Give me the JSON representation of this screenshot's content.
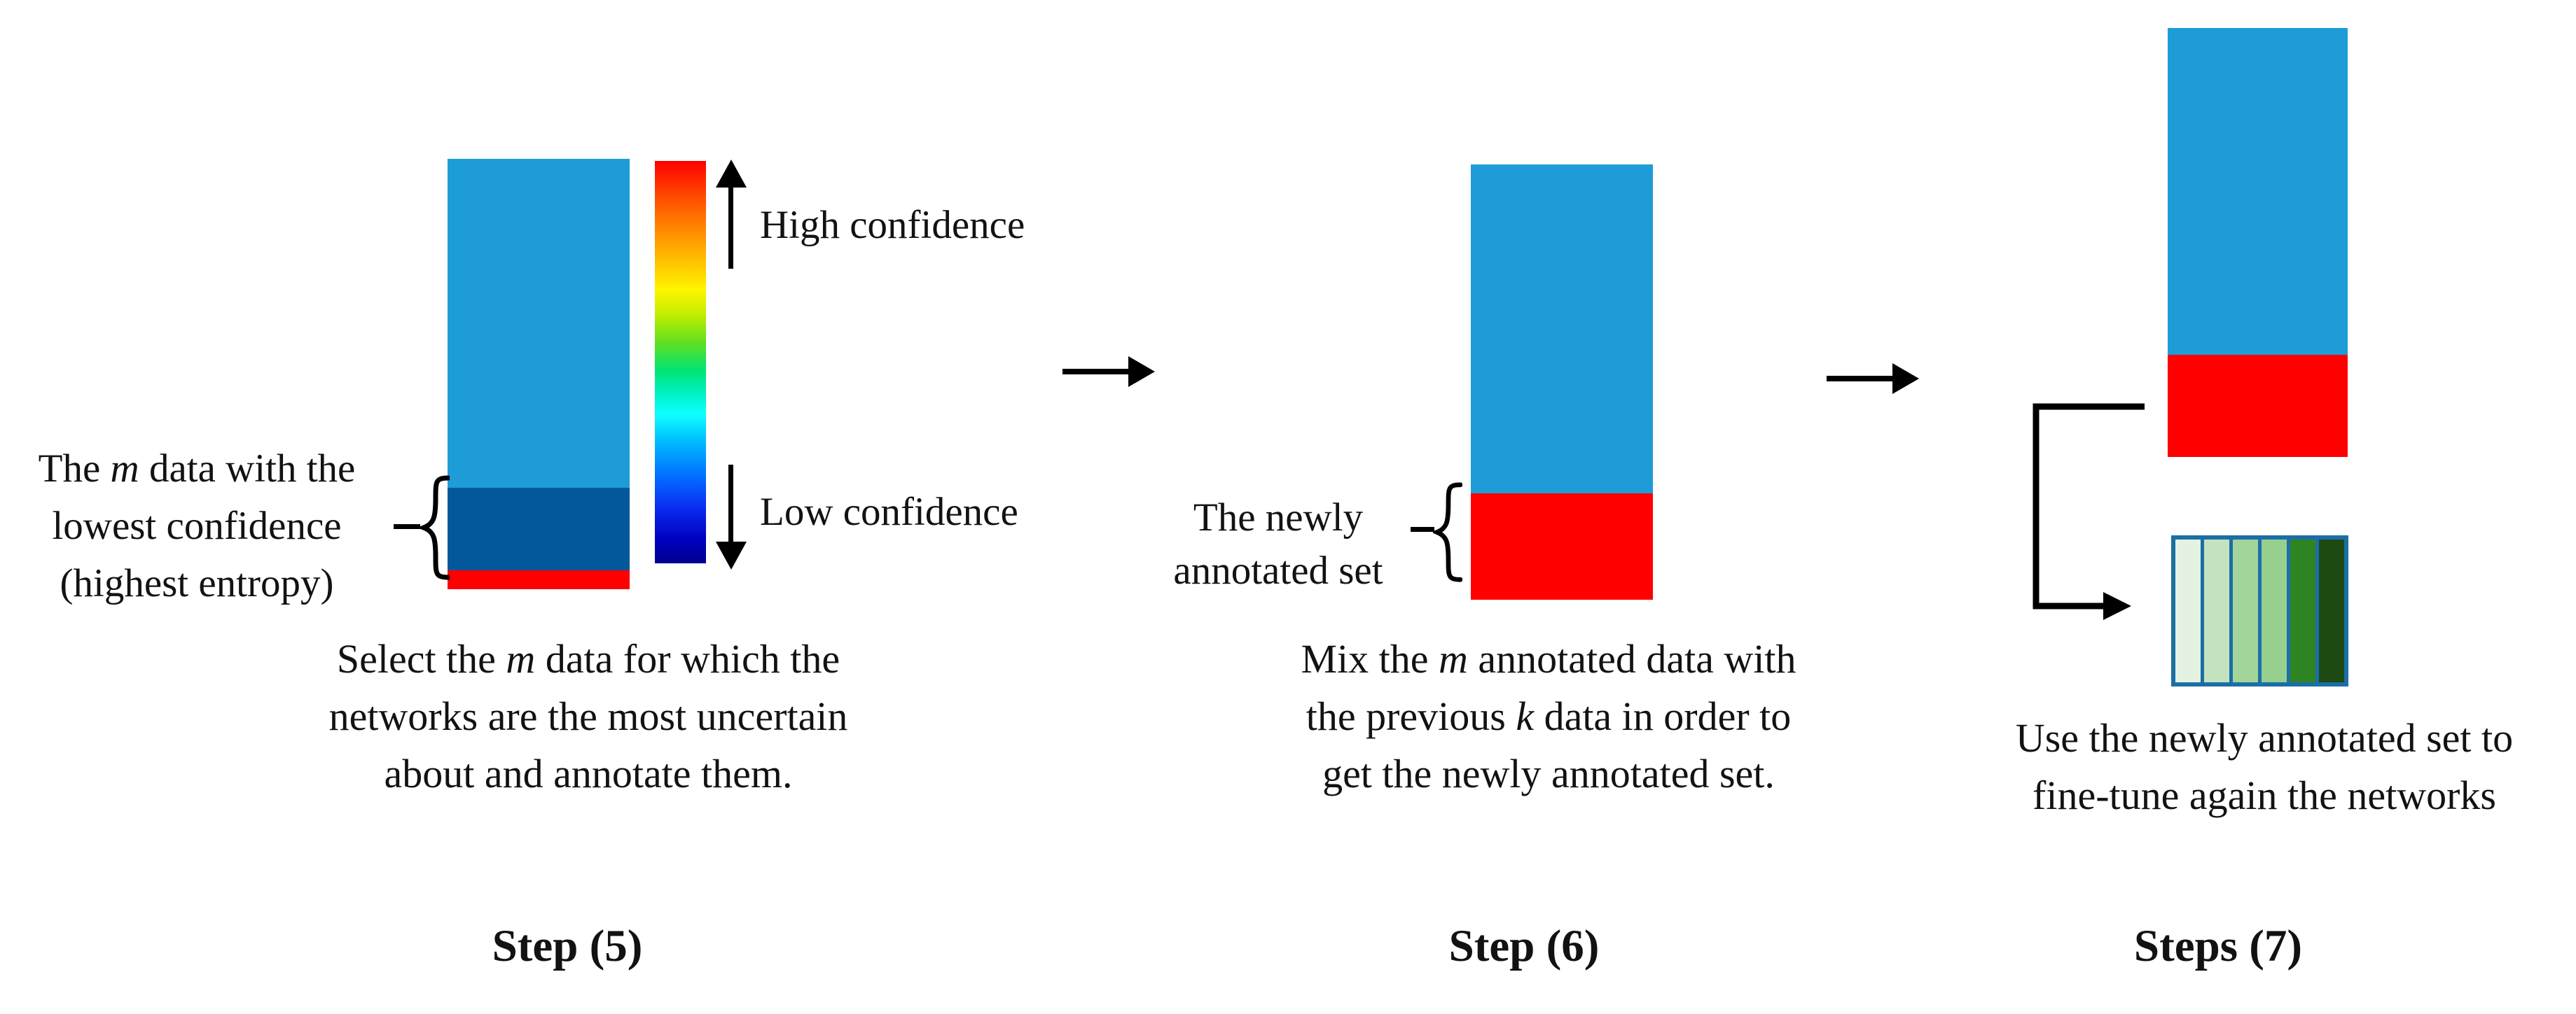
{
  "step5": {
    "title": "Step (5)",
    "side_label": {
      "line1": "The m data with the",
      "line2": "lowest confidence",
      "line3": "(highest entropy)"
    },
    "bar": {
      "unlabeled_color": "#1E9CD7",
      "lowest_confidence_color": "#03589C",
      "annotated_color": "#FE0000"
    },
    "colorbar": {
      "high_label": "High confidence",
      "low_label": "Low confidence",
      "gradient_stops": [
        "#ff0000 0%",
        "#ff2a00 5%",
        "#ff7a00 15%",
        "#ffb300 23%",
        "#fff500 32%",
        "#c3ee00 38%",
        "#63df1e 45%",
        "#00e473 52%",
        "#00f2c8 58%",
        "#0fffff 63%",
        "#00c3ff 69%",
        "#0072ff 78%",
        "#0b2df2 86%",
        "#0000c0 94%",
        "#000090 100%"
      ]
    },
    "caption": {
      "line1": "Select the m data for which the",
      "line2": "networks are the most uncertain",
      "line3": "about and annotate them."
    }
  },
  "step6": {
    "title": "Step (6)",
    "side_label": {
      "line1": "The newly",
      "line2": "annotated set"
    },
    "bar": {
      "previous_color": "#1E9CD7",
      "newly_annotated_color": "#FE0000"
    },
    "caption": {
      "line1": "Mix the m annotated data with",
      "line2": "the previous k data in order to",
      "line3": "get the newly annotated set."
    }
  },
  "step7": {
    "title": "Steps (7)",
    "bar": {
      "unlabeled_color": "#1E9CD7",
      "annotated_color": "#FE0000"
    },
    "annotated_grid": {
      "border_color": "#1C6FA6",
      "stripe_colors": [
        "#E4F2E2",
        "#C5E3BF",
        "#A3D49A",
        "#97CF8F",
        "#2E8423",
        "#1D4A12"
      ]
    },
    "caption": {
      "line1": "Use the newly annotated set to",
      "line2": "fine-tune again the networks"
    }
  }
}
